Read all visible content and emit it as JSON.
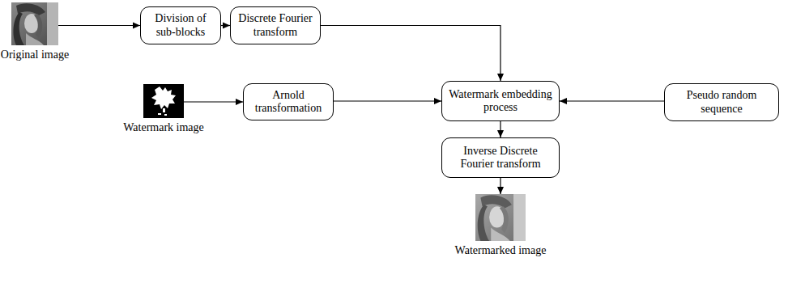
{
  "diagram": {
    "nodes": [
      {
        "text": [
          "Original image"
        ]
      },
      {
        "text": [
          "Division of sub-blocks"
        ]
      },
      {
        "text": [
          "Discrete Fourier transform"
        ]
      },
      {
        "text": [
          "Watermark image"
        ]
      },
      {
        "text": [
          "Arnold transformation"
        ]
      },
      {
        "text": [
          "Watermark embedding process"
        ]
      },
      {
        "text": [
          "Pseudo random sequence"
        ]
      },
      {
        "text": [
          "Inverse Discrete Fourier transform"
        ]
      },
      {
        "text": [
          "Watermarked image"
        ]
      }
    ],
    "edges": [
      {
        "from": 0,
        "to": 1,
        "arrow": "to"
      },
      {
        "from": 1,
        "to": 2,
        "arrow": "to"
      },
      {
        "from": 2,
        "to": 5,
        "arrow": "to"
      },
      {
        "from": 3,
        "to": 4,
        "arrow": "to"
      },
      {
        "from": 4,
        "to": 5,
        "arrow": "to"
      },
      {
        "from": 6,
        "to": 5,
        "arrow": "to"
      },
      {
        "from": 5,
        "to": 7,
        "arrow": "to"
      },
      {
        "from": 7,
        "to": 8,
        "arrow": "to"
      }
    ]
  }
}
